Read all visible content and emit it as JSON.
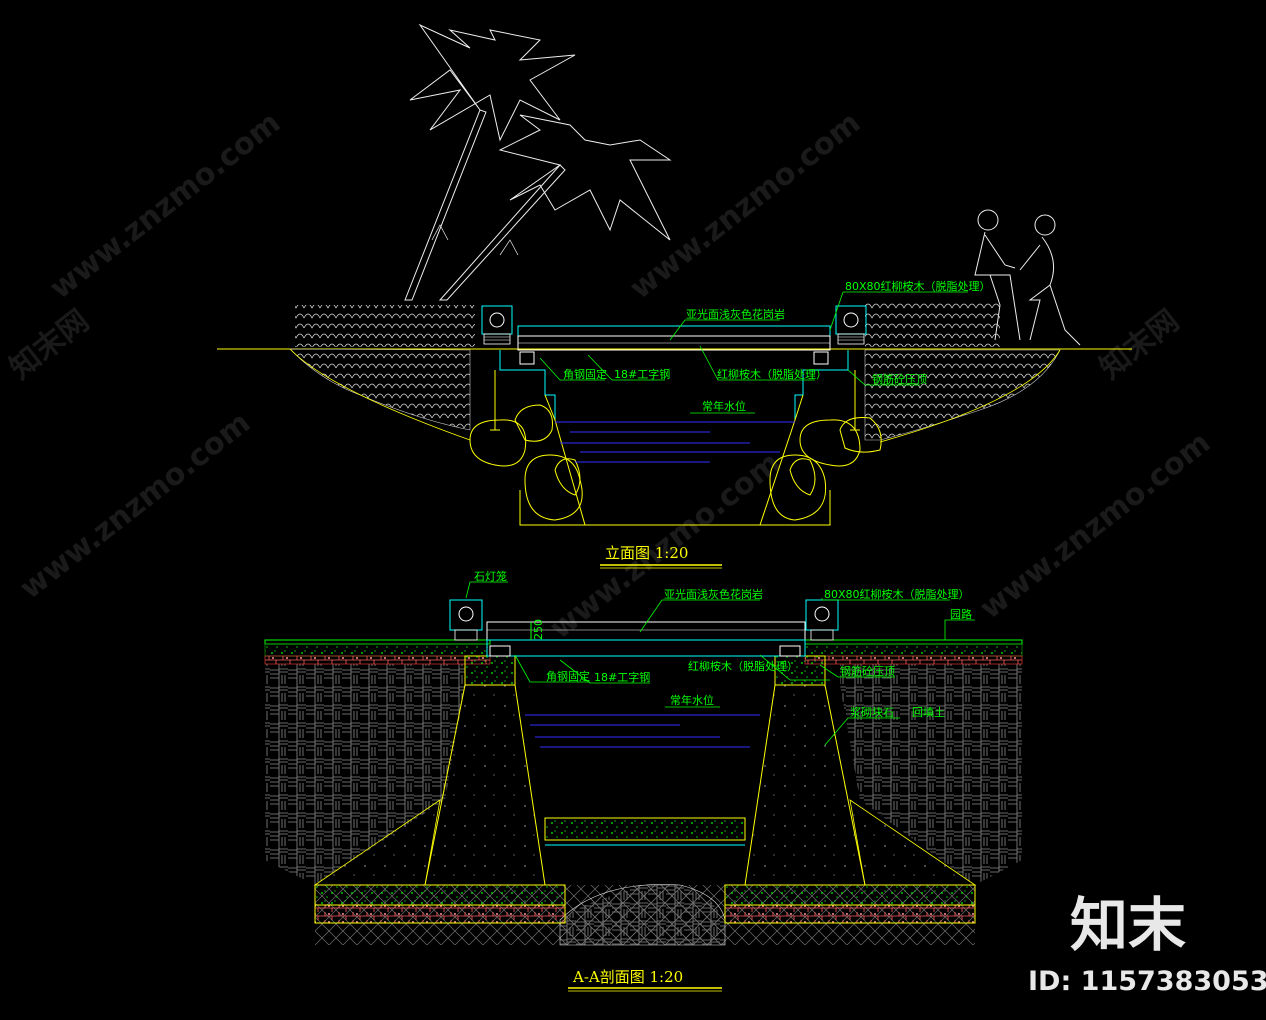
{
  "elevation": {
    "title": "立面图   1:20",
    "labels": {
      "timber_top": "80X80红柳桉木（脱脂处理）",
      "granite": "亚光面浅灰色花岗岩",
      "corner_fix": "角钢固定",
      "steel_beam": "18#工字钢",
      "timber_beam": "红柳桉木（脱脂处理）",
      "concrete_cap": "钢筋砼压顶",
      "water_level": "常年水位"
    }
  },
  "section": {
    "title": "A-A剖面图   1:20",
    "labels": {
      "lantern": "石灯笼",
      "granite": "亚光面浅灰色花岗岩",
      "timber_top": "80X80红柳桉木（脱脂处理）",
      "road": "园路",
      "dim": "250",
      "corner_fix": "角钢固定",
      "steel_beam": "18#工字钢",
      "timber_beam": "红柳桉木（脱脂处理）",
      "concrete_cap": "钢筋砼压顶",
      "water_level": "常年水位",
      "rubble": "浆砌块石",
      "backfill": "回填土"
    }
  },
  "watermark": {
    "site": "www.znzmo.com",
    "brand_cn": "知末网",
    "logo": "知末",
    "id": "ID: 1157383053"
  }
}
